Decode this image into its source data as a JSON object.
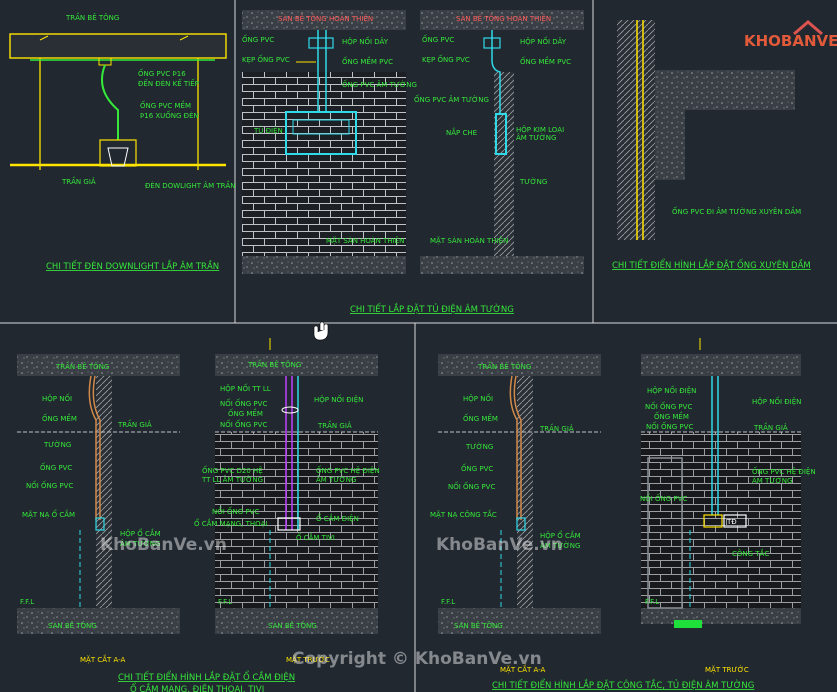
{
  "logo": {
    "text": "KHOBANVE"
  },
  "watermarks": {
    "left": "KhoBanVe.vn",
    "right": "KhoBanVe.vn",
    "copyright": "Copyright © KhoBanVe.vn"
  },
  "detail1": {
    "labels": {
      "tran_be_tong": "TRẦN BÊ TÔNG",
      "ong_pvc_16": "ỐNG PVC Þ16",
      "den_den_ke_tiep": "ĐẾN ĐÈN KẾ TIẾP",
      "ong_pvc_mem": "ỐNG PVC MỀM",
      "xuong_den": "Þ16 XUỐNG ĐÈN",
      "tran_gia": "TRẦN GIẢ",
      "den_downlight": "ĐÈN DOWLIGHT ÂM TRẦN"
    },
    "title": "CHI TIẾT ĐÈN DOWNLIGHT LẮP ÂM TRẦN"
  },
  "detail2": {
    "labels_left": {
      "top": "SÀN BÊ TÔNG HOÀN THIỆN",
      "ong_pvc": "ỐNG PVC",
      "hop_noi_day": "HỘP NỐI DÂY",
      "kep_ong_pvc": "KẸP ỐNG PVC",
      "ong_mem_pvc": "ỐNG MỀM PVC",
      "ong_pvc_am_tuong": "ỐNG PVC ÂM TƯỜNG",
      "tu_dien": "TỦ ĐIỆN",
      "mat_san": "MẶT SÀN HOÀN THIỆN"
    },
    "labels_right": {
      "top": "SÀN BÊ TÔNG HOÀN THIỆN",
      "ong_pvc": "ỐNG PVC",
      "hop_noi_day": "HỘP NỐI DÂY",
      "kep_ong_pvc": "KẸP ỐNG PVC",
      "ong_mem_pvc": "ỐNG MỀM PVC",
      "ong_pvc_am_tuong": "ỐNG PVC ÂM TƯỜNG",
      "nap_che": "NẮP CHE",
      "hop_kim_loai": "HỘP KIM LOẠI",
      "am_tuong": "ÂM TƯỜNG",
      "tuong": "TƯỜNG",
      "mat_san": "MẶT SÀN HOÀN THIỆN"
    },
    "title": "CHI TIẾT LẮP ĐẶT TỦ ĐIỆN ÂM TƯỜNG"
  },
  "detail3": {
    "label": "ỐNG PVC ĐI ÂM TƯỜNG XUYÊN DẦM",
    "title": "CHI TIẾT ĐIỂN HÌNH LẮP ĐẶT ỐNG XUYÊN DẦM"
  },
  "detail4a": {
    "labels": {
      "tran_be_tong": "TRẦN BÊ TÔNG",
      "hop_noi": "HỘP NỐI",
      "ong_mem": "ỐNG MỀM",
      "tran_gia": "TRẦN GIẢ",
      "tuong": "TƯỜNG",
      "ong_pvc": "ỐNG PVC",
      "noi_ong_pvc": "NỐI ỐNG PVC",
      "mat_na_o_cam": "MẶT NẠ Ổ CẮM",
      "hop_o_cam": "HỘP Ổ CẮM",
      "am_tuong": "ÂM TƯỜNG",
      "ffl": "F.F.L",
      "san_be_tong": "SÀN BÊ TÔNG"
    },
    "caption": "MẶT CẮT A-A"
  },
  "detail4b": {
    "labels": {
      "tran_be_tong": "TRẦN BÊ TÔNG",
      "hop_noi_tt_ll": "HỘP NỐI TT LL",
      "hop_noi_dien": "HỘP NỐI ĐIỆN",
      "noi_ong_pvc": "NỐI ỐNG PVC",
      "ong_mem": "ỐNG MỀM",
      "noi_ong_pvc2": "NỐI ỐNG PVC",
      "tran_gia": "TRẦN GIẢ",
      "ong_pvc_d20": "ỐNG PVC D20 HỆ",
      "tt_ll_am_tuong": "TT LL ÂM TƯỜNG",
      "ong_pvc_he_dien": "ỐNG PVC HỆ ĐIỆN",
      "am_tuong": "ÂM TƯỜNG",
      "noi_ong_pvc3": "NỐI ỐNG PVC",
      "o_cam_mang": "Ổ CẮM MẠNG, THOẠI",
      "o_cam_dien": "Ổ CẮM ĐIỆN",
      "o_cam_tivi": "Ổ CẮM TIVI",
      "ffl": "F.F.L",
      "san_be_tong": "SÀN BÊ TÔNG"
    },
    "caption": "MẶT TRƯỚC",
    "title_line1": "CHI TIẾT ĐIỂN HÌNH LẮP ĐẶT Ổ CẮM ĐIỆN",
    "title_line2": "Ổ CẮM MẠNG, ĐIỆN THOẠI, TIVI"
  },
  "detail5a": {
    "labels": {
      "tran_be_tong": "TRẦN BÊ TÔNG",
      "hop_noi": "HỘP NỐI",
      "ong_mem": "ỐNG MỀM",
      "tran_gia": "TRẦN GIẢ",
      "tuong": "TƯỜNG",
      "ong_pvc": "ỐNG PVC",
      "noi_ong_pvc": "NỐI ỐNG PVC",
      "mat_na_cong_tac": "MẶT NẠ CÔNG TẮC",
      "hop_o_cam": "HỘP Ổ CẮM",
      "am_tuong": "ÂM TƯỜNG",
      "ffl": "F.F.L",
      "san_be_tong": "SÀN BÊ TÔNG"
    },
    "caption": "MẶT CẮT A-A"
  },
  "detail5b": {
    "labels": {
      "hop_noi_dien": "HỘP NỐI ĐIỆN",
      "hop_noi_dien2": "HỘP NỐI ĐIỆN",
      "noi_ong_pvc": "NỐI ỐNG PVC",
      "ong_mem": "ỐNG MỀM",
      "noi_ong_pvc2": "NỐI ỐNG PVC",
      "tran_gia": "TRẦN GIẢ",
      "ong_pvc_he_dien": "ỐNG PVC HỆ ĐIỆN",
      "am_tuong": "ÂM TƯỜNG",
      "noi_ong_pvc3": "NỐI ỐNG PVC",
      "td": "TĐ",
      "cong_tac": "CÔNG TẮC",
      "ffl": "F.F.L"
    },
    "caption": "MẶT TRƯỚC",
    "title": "CHI TIẾT ĐIỂN HÌNH LẮP ĐẶT CÔNG TẮC, TỦ ĐIỆN ÂM TƯỜNG"
  },
  "colors": {
    "background": "#212830",
    "label": "#35e83a",
    "pipe": "#2fd9e8",
    "wire": "#d28a4a",
    "accent": "#ffe400"
  }
}
